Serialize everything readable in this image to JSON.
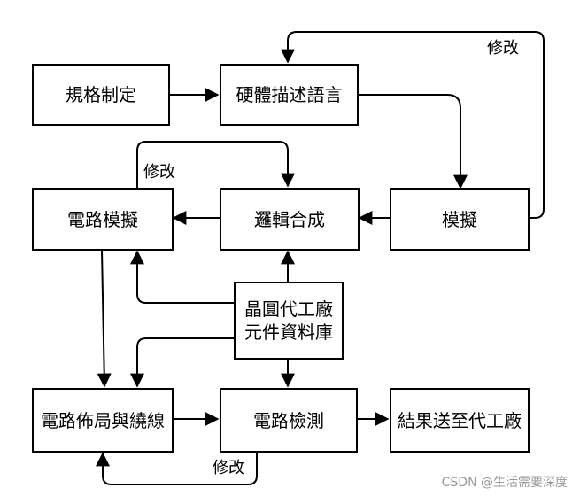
{
  "nodes": {
    "spec": "規格制定",
    "hdl": "硬體描述語言",
    "circuit_sim": "電路模擬",
    "synthesis": "邏輯合成",
    "simulation": "模擬",
    "library_line1": "晶圓代工廠",
    "library_line2": "元件資料庫",
    "layout": "電路佈局與繞線",
    "verify": "電路檢測",
    "tapeout": "結果送至代工廠"
  },
  "edge_labels": {
    "modify_top": "修改",
    "modify_mid": "修改",
    "modify_bottom": "修改"
  },
  "watermark": "CSDN @生活需要深度"
}
